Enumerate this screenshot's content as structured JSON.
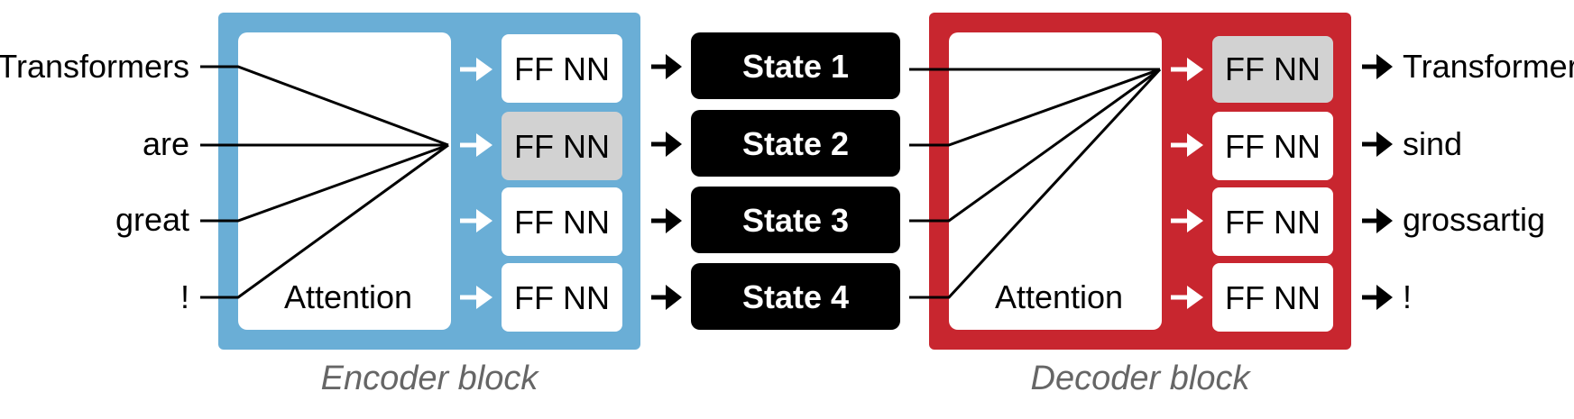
{
  "colors": {
    "encoder": "#6aaed6",
    "decoder": "#c8262f",
    "ffnn_bg": "#ffffff",
    "ffnn_highlight": "#d2d2d2",
    "state_bg": "#000000",
    "caption": "#666666"
  },
  "inputs": [
    "Transformers",
    "are",
    "great",
    "!"
  ],
  "outputs": [
    "Transformer",
    "sind",
    "grossartig",
    "!"
  ],
  "encoder": {
    "caption": "Encoder block",
    "attention_label": "Attention",
    "ffnn_labels": [
      "FF NN",
      "FF NN",
      "FF NN",
      "FF NN"
    ],
    "highlighted_ffnn": 1
  },
  "states": [
    "State 1",
    "State 2",
    "State 3",
    "State 4"
  ],
  "decoder": {
    "caption": "Decoder block",
    "attention_label": "Attention",
    "ffnn_labels": [
      "FF NN",
      "FF NN",
      "FF NN",
      "FF NN"
    ],
    "highlighted_ffnn": 0
  }
}
